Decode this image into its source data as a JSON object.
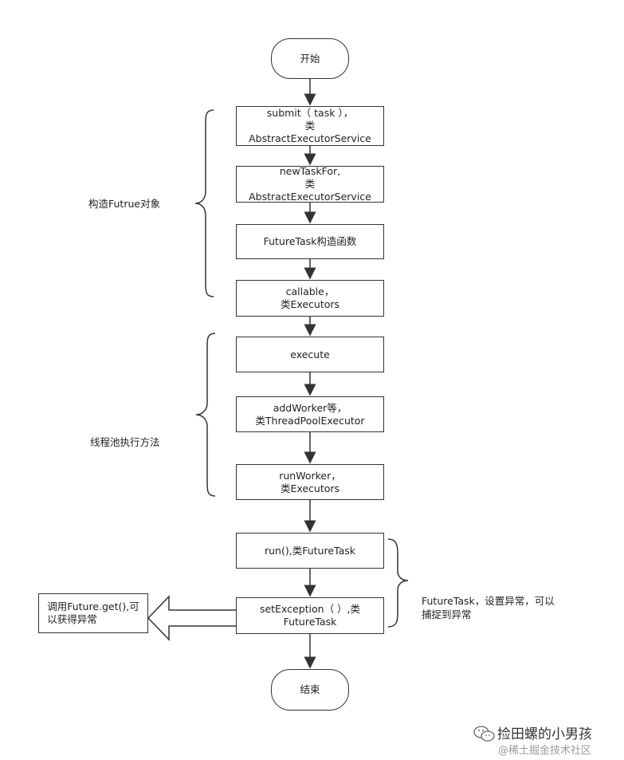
{
  "nodes": {
    "start": "开始",
    "submit": "submit（ task ），\n类\nAbstractExecutorService",
    "newTaskFor": "newTaskFor,\n类\nAbstractExecutorService",
    "futureTaskCtor": "FutureTask构造函数",
    "callable": "callable，\n类Executors",
    "execute": "execute",
    "addWorker": "addWorker等，\n类ThreadPoolExecutor",
    "runWorker": "runWorker，\n类Executors",
    "run": "run(),类FutureTask",
    "setException": "setException（ ）,类\nFutureTask",
    "end": "结束",
    "futureGet": "调用Future.get(),可\n以获得异常"
  },
  "annotations": {
    "construct": "构造Futrue对象",
    "threadPool": "线程池执行方法",
    "futureTaskNote": "FutureTask，设置异常，可以\n捕捉到异常"
  },
  "watermark": {
    "account": "捡田螺的小男孩",
    "platform": "@稀土掘金技术社区"
  }
}
